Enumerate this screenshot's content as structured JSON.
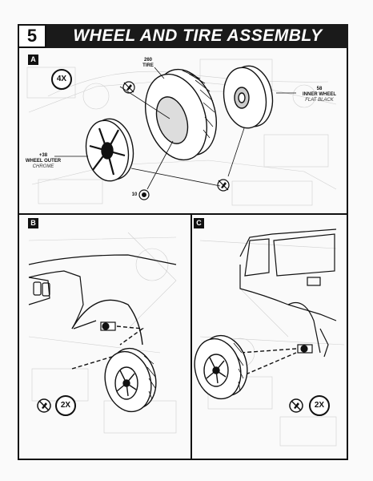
{
  "header": {
    "step_number": "5",
    "title": "WHEEL AND TIRE ASSEMBLY"
  },
  "panels": [
    {
      "label": "A",
      "multiplier": "4X"
    },
    {
      "label": "B",
      "multiplier": "2X"
    },
    {
      "label": "C",
      "multiplier": "2X"
    }
  ],
  "parts": {
    "tire": {
      "number": "260",
      "name": "TIRE"
    },
    "inner_wheel": {
      "number": "58",
      "name": "INNER WHEEL",
      "finish": "FLAT BLACK"
    },
    "wheel_outer": {
      "number": "+38",
      "name": "WHEEL OUTER",
      "finish": "CHROME"
    },
    "hub": {
      "number": "10"
    }
  },
  "colors": {
    "header_bg": "#1a1a1a",
    "ink": "#111111",
    "paper": "#fafafa",
    "ghost": "#c9c9c9"
  },
  "icons": [
    "no-glue-icon"
  ]
}
